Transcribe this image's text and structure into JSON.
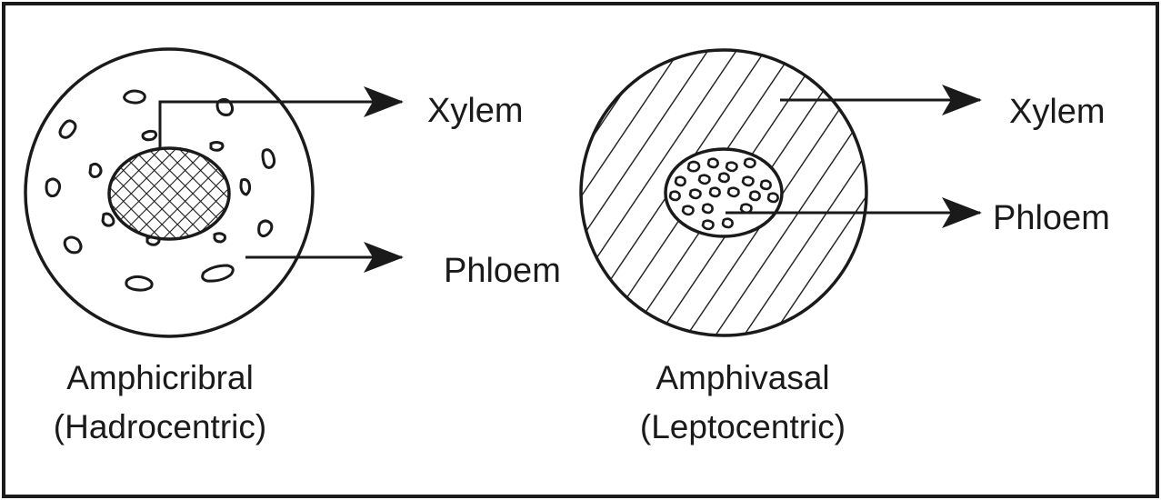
{
  "diagrams": [
    {
      "caption_line1": "Amphicribral",
      "caption_line2": "(Hadrocentric)",
      "xylem_label": "Xylem",
      "phloem_label": "Phloem"
    },
    {
      "caption_line1": "Amphivasal",
      "caption_line2": "(Leptocentric)",
      "xylem_label": "Xylem",
      "phloem_label": "Phloem"
    }
  ],
  "colors": {
    "ink": "#1a1a1a",
    "background": "#ffffff"
  }
}
